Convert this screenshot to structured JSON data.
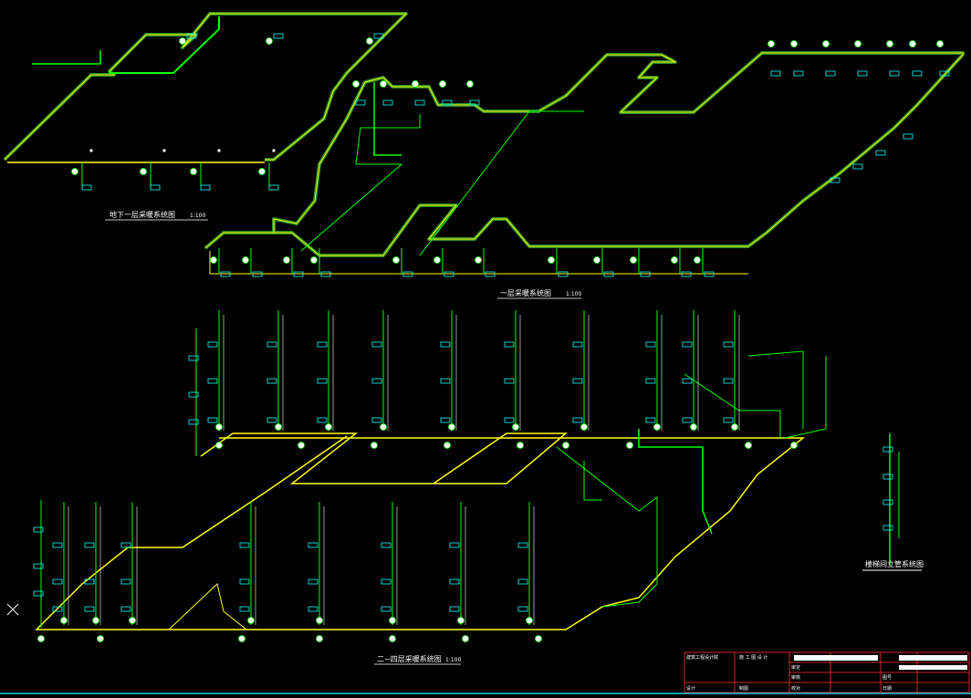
{
  "drawing": {
    "basement_caption": "地下一层采暖系统图",
    "basement_scale": "1:100",
    "first_floor_caption": "一层采暖系统图",
    "first_floor_scale": "1:100",
    "upper_floor_caption": "二~四层采暖系统图",
    "upper_floor_scale": "1:100",
    "stair_caption": "楼梯间立管系统图"
  },
  "title_block": {
    "design_unit": "建筑工程设计院",
    "project_label": "施 工 图 设 计",
    "approve": "审定",
    "review": "审核",
    "check": "校对",
    "design": "设计",
    "drawing": "制图",
    "sheet_label": "图号",
    "date_label": "日期"
  },
  "colors": {
    "background": "#000000",
    "pipe_supply": "#ffff00",
    "pipe_return": "#00ff00",
    "radiator": "#00ffff",
    "text": "#ffffff",
    "titleblock_border": "#ff3030"
  }
}
